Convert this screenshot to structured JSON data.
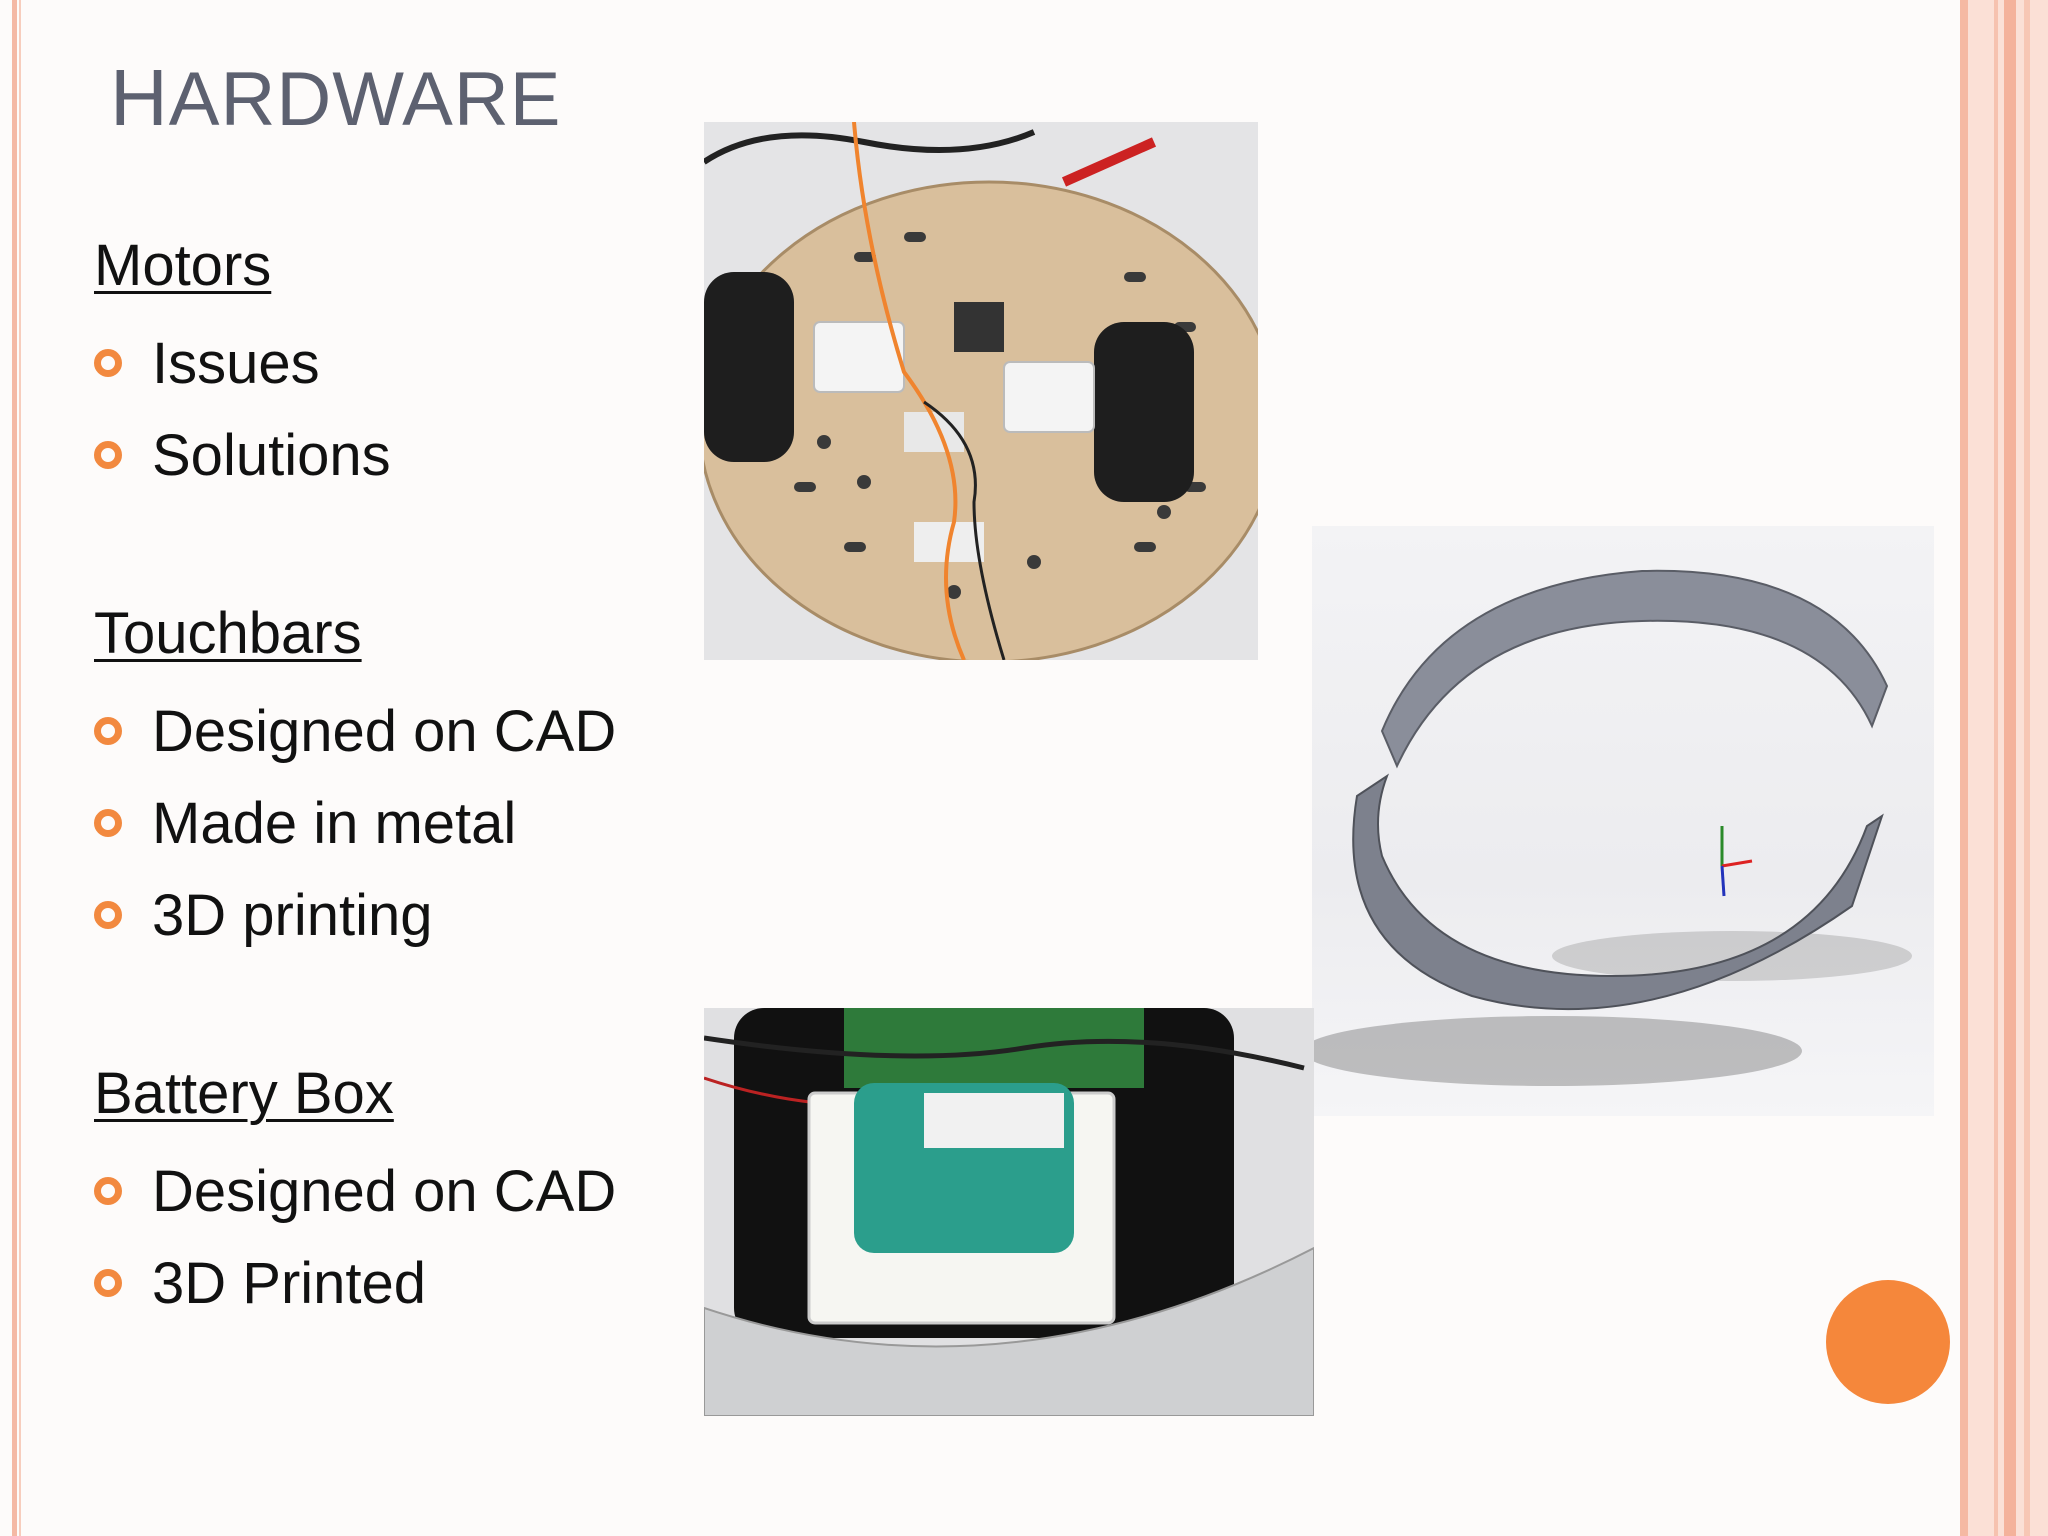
{
  "slide": {
    "title": "Hardware",
    "title_first": "H",
    "title_rest": "ARDWARE"
  },
  "sections": [
    {
      "heading": "Motors",
      "bullets": [
        "Issues",
        "Solutions"
      ]
    },
    {
      "heading": "Touchbars",
      "bullets": [
        "Designed on CAD",
        "Made in metal",
        "3D printing"
      ]
    },
    {
      "heading": "Battery Box",
      "bullets": [
        "Designed on CAD",
        "3D Printed"
      ]
    }
  ],
  "colors": {
    "accent": "#f5873b",
    "title": "#5d6170",
    "border": "#f4b9a5"
  },
  "icons": {
    "bullet": "hollow-circle-bullet-icon"
  }
}
